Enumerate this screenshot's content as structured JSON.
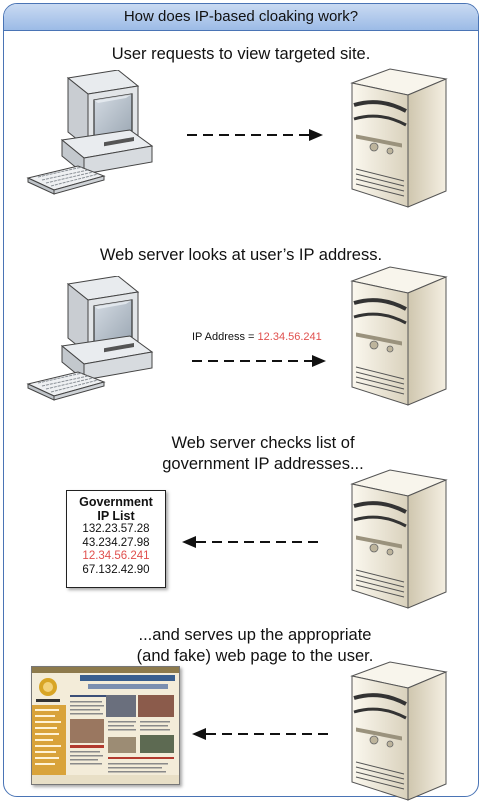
{
  "title": "How does IP-based cloaking work?",
  "steps": [
    {
      "caption": "User requests to view targeted site."
    },
    {
      "caption": "Web server looks at user’s IP address.",
      "arrow_label_prefix": "IP Address = ",
      "arrow_label_ip": "12.34.56.241"
    },
    {
      "caption_line1": "Web server checks list of",
      "caption_line2": "government IP addresses..."
    },
    {
      "caption_line1": "...and serves up the appropriate",
      "caption_line2": "(and fake) web page to the user."
    }
  ],
  "ip_list": {
    "header_line1": "Government",
    "header_line2": "IP List",
    "entries": [
      "132.23.57.28",
      "43.234.27.98",
      "12.34.56.241",
      "67.132.42.90"
    ]
  },
  "colors": {
    "highlight": "#e0504e",
    "frame": "#4a74b5",
    "title_bg": "#b7cdee"
  },
  "icons": [
    "desktop-computer-icon",
    "server-tower-icon",
    "dashed-arrow-icon",
    "webpage-thumbnail"
  ]
}
